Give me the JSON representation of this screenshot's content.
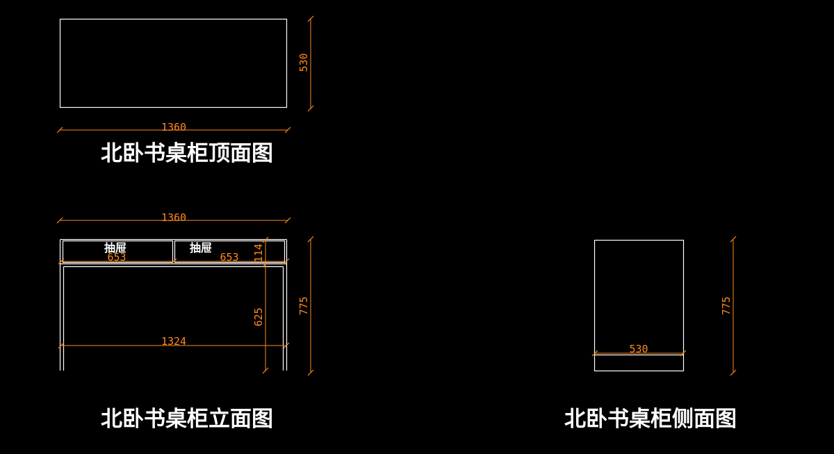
{
  "colors": {
    "background": "#000000",
    "outline": "#ffffff",
    "dimension": "#ff8a1c",
    "text": "#ffffff"
  },
  "views": {
    "top": {
      "title": "北卧书桌柜顶面图",
      "dim_width": "1360",
      "dim_depth": "530"
    },
    "front": {
      "title": "北卧书桌柜立面图",
      "dim_width": "1360",
      "dim_height": "775",
      "drawer_left_label": "抽屉",
      "drawer_right_label": "抽屉",
      "dim_drawer_left": "653",
      "dim_drawer_right": "653",
      "dim_drawer_height": "114",
      "dim_leg_height": "625",
      "dim_inner_width": "1324"
    },
    "side": {
      "title": "北卧书桌柜侧面图",
      "dim_depth": "530",
      "dim_height": "775"
    }
  }
}
